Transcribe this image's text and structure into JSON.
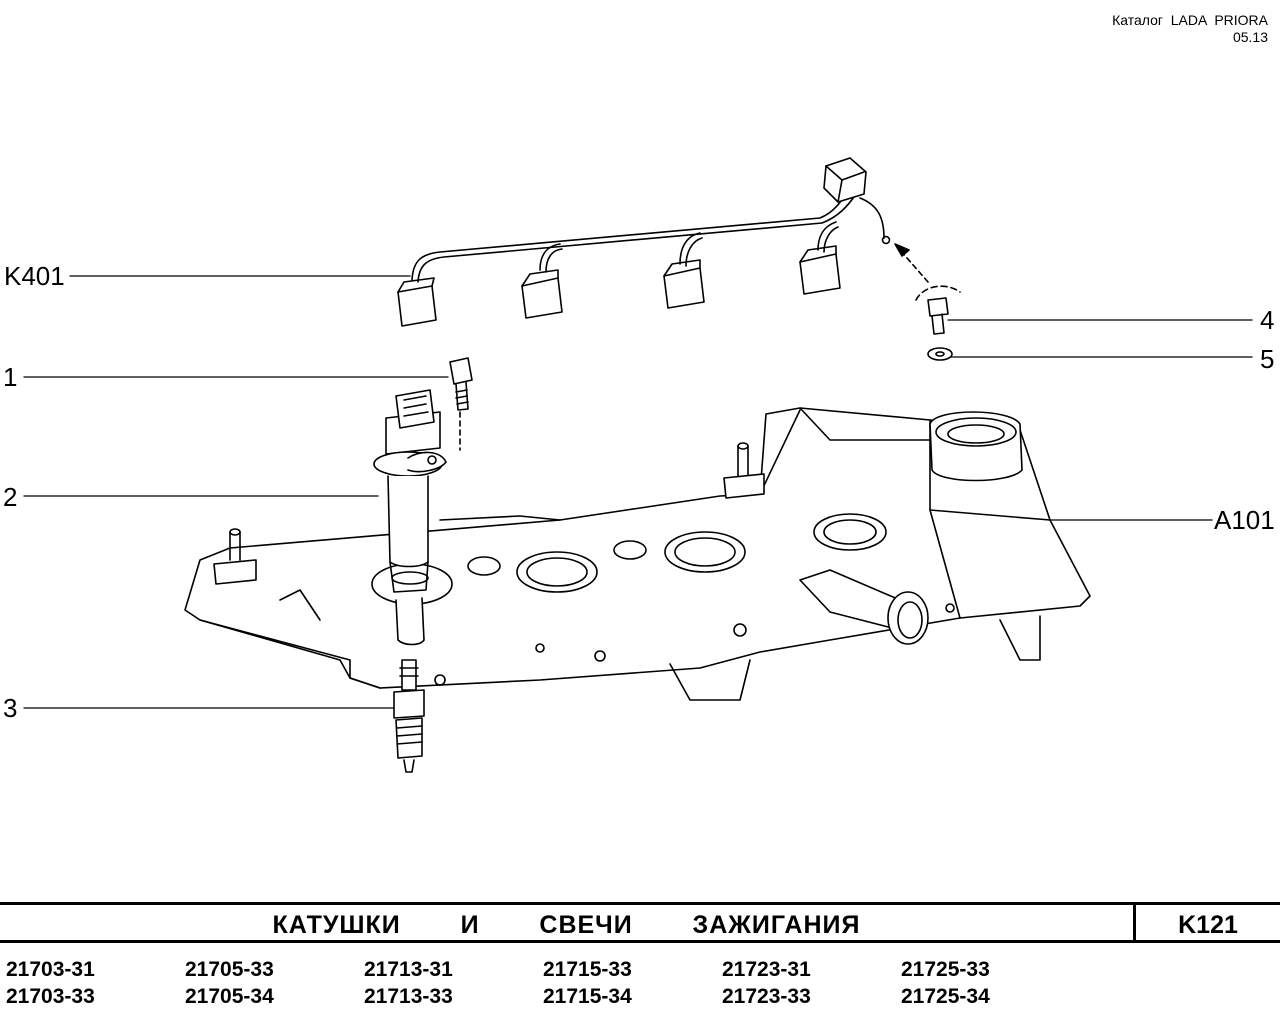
{
  "header": {
    "catalog": "Каталог  LADA  PRIORA",
    "date": "05.13"
  },
  "callouts": {
    "k401": "K401",
    "p1": "1",
    "p2": "2",
    "p3": "3",
    "p4": "4",
    "p5": "5",
    "a101": "A101"
  },
  "title": "КАТУШКИ   И   СВЕЧИ   ЗАЖИГАНИЯ",
  "page_code": "K121",
  "models": [
    "21703-31",
    "21705-33",
    "21713-31",
    "21715-33",
    "21723-31",
    "21725-33",
    "21703-33",
    "21705-34",
    "21713-33",
    "21715-34",
    "21723-33",
    "21725-34"
  ]
}
